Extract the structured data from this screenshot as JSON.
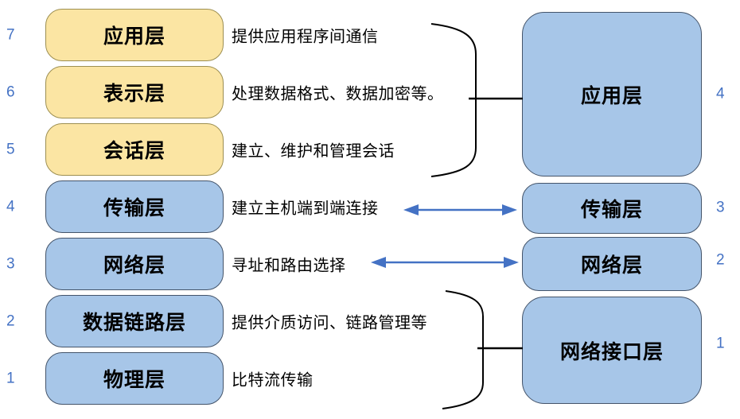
{
  "osi": {
    "layers": [
      {
        "num": "7",
        "name": "应用层",
        "desc": "提供应用程序间通信"
      },
      {
        "num": "6",
        "name": "表示层",
        "desc": "处理数据格式、数据加密等。"
      },
      {
        "num": "5",
        "name": "会话层",
        "desc": "建立、维护和管理会话"
      },
      {
        "num": "4",
        "name": "传输层",
        "desc": "建立主机端到端连接"
      },
      {
        "num": "3",
        "name": "网络层",
        "desc": "寻址和路由选择"
      },
      {
        "num": "2",
        "name": "数据链路层",
        "desc": "提供介质访问、链路管理等"
      },
      {
        "num": "1",
        "name": "物理层",
        "desc": "比特流传输"
      }
    ]
  },
  "tcpip": {
    "layers": [
      {
        "num": "4",
        "name": "应用层"
      },
      {
        "num": "3",
        "name": "传输层"
      },
      {
        "num": "2",
        "name": "网络层"
      },
      {
        "num": "1",
        "name": "网络接口层"
      }
    ]
  },
  "colors": {
    "upper_fill": "#FBE5A3",
    "upper_border": "#9D8F51",
    "lower_fill": "#A7C6E8",
    "lower_border": "#44546A",
    "number_blue": "#4472C4",
    "arrow_blue": "#4472C4",
    "line_black": "#000000"
  }
}
